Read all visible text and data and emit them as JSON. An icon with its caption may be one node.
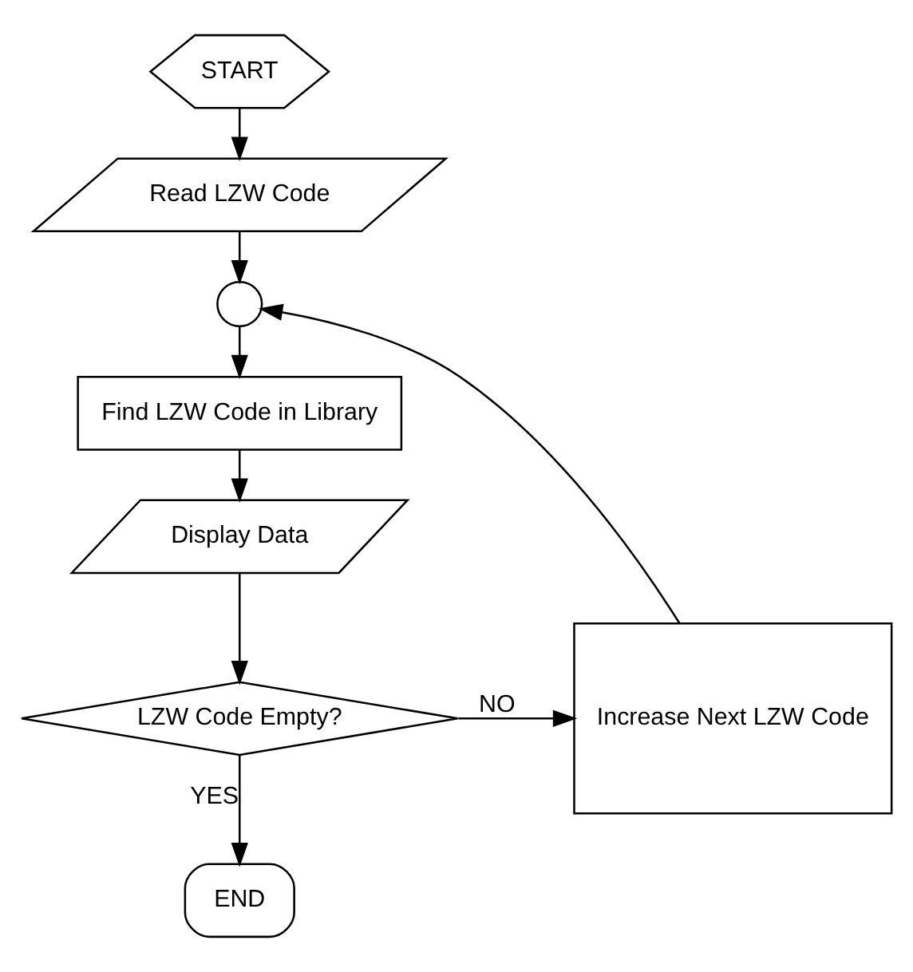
{
  "diagram": {
    "nodes": [
      {
        "text": [
          "START"
        ]
      },
      {
        "text": [
          "Read LZW Code"
        ]
      },
      {
        "text": [],
        "shape": "circle"
      },
      {
        "text": [
          "Find LZW Code in Library"
        ]
      },
      {
        "text": [
          "Display Data"
        ]
      },
      {
        "text": [
          "LZW Code Empty?"
        ]
      },
      {
        "text": [
          "Increase Next LZW Code"
        ]
      },
      {
        "text": [
          "END"
        ]
      }
    ],
    "edges": [
      {
        "from": 0,
        "to": 1,
        "arrow": "to"
      },
      {
        "from": 1,
        "to": 2,
        "arrow": "to"
      },
      {
        "from": 2,
        "to": 3,
        "arrow": "to"
      },
      {
        "from": 3,
        "to": 4,
        "arrow": "to"
      },
      {
        "from": 4,
        "to": 5,
        "arrow": "to"
      },
      {
        "from": 5,
        "to": 6,
        "arrow": "to",
        "label": "NO"
      },
      {
        "from": 6,
        "to": 2,
        "arrow": "to"
      },
      {
        "from": 5,
        "to": 7,
        "arrow": "to",
        "label": "YES"
      }
    ]
  }
}
